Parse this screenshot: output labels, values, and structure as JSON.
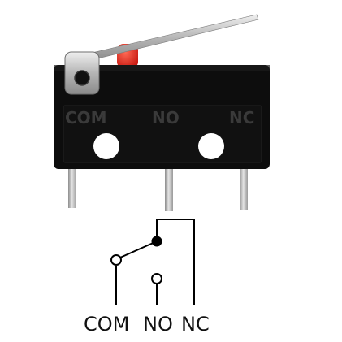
{
  "component": {
    "type": "micro switch with lever",
    "body_color": "#0d0d0d",
    "plunger_color": "#e0261d",
    "lever_color": "#c8c8c8",
    "terminal_color": "#b9b9b9"
  },
  "embossed_labels": {
    "com": "COM",
    "no": "NO",
    "nc": "NC"
  },
  "schematic": {
    "labels": {
      "com": "COM",
      "no": "NO",
      "nc": "NC"
    },
    "line_color": "#000000"
  }
}
